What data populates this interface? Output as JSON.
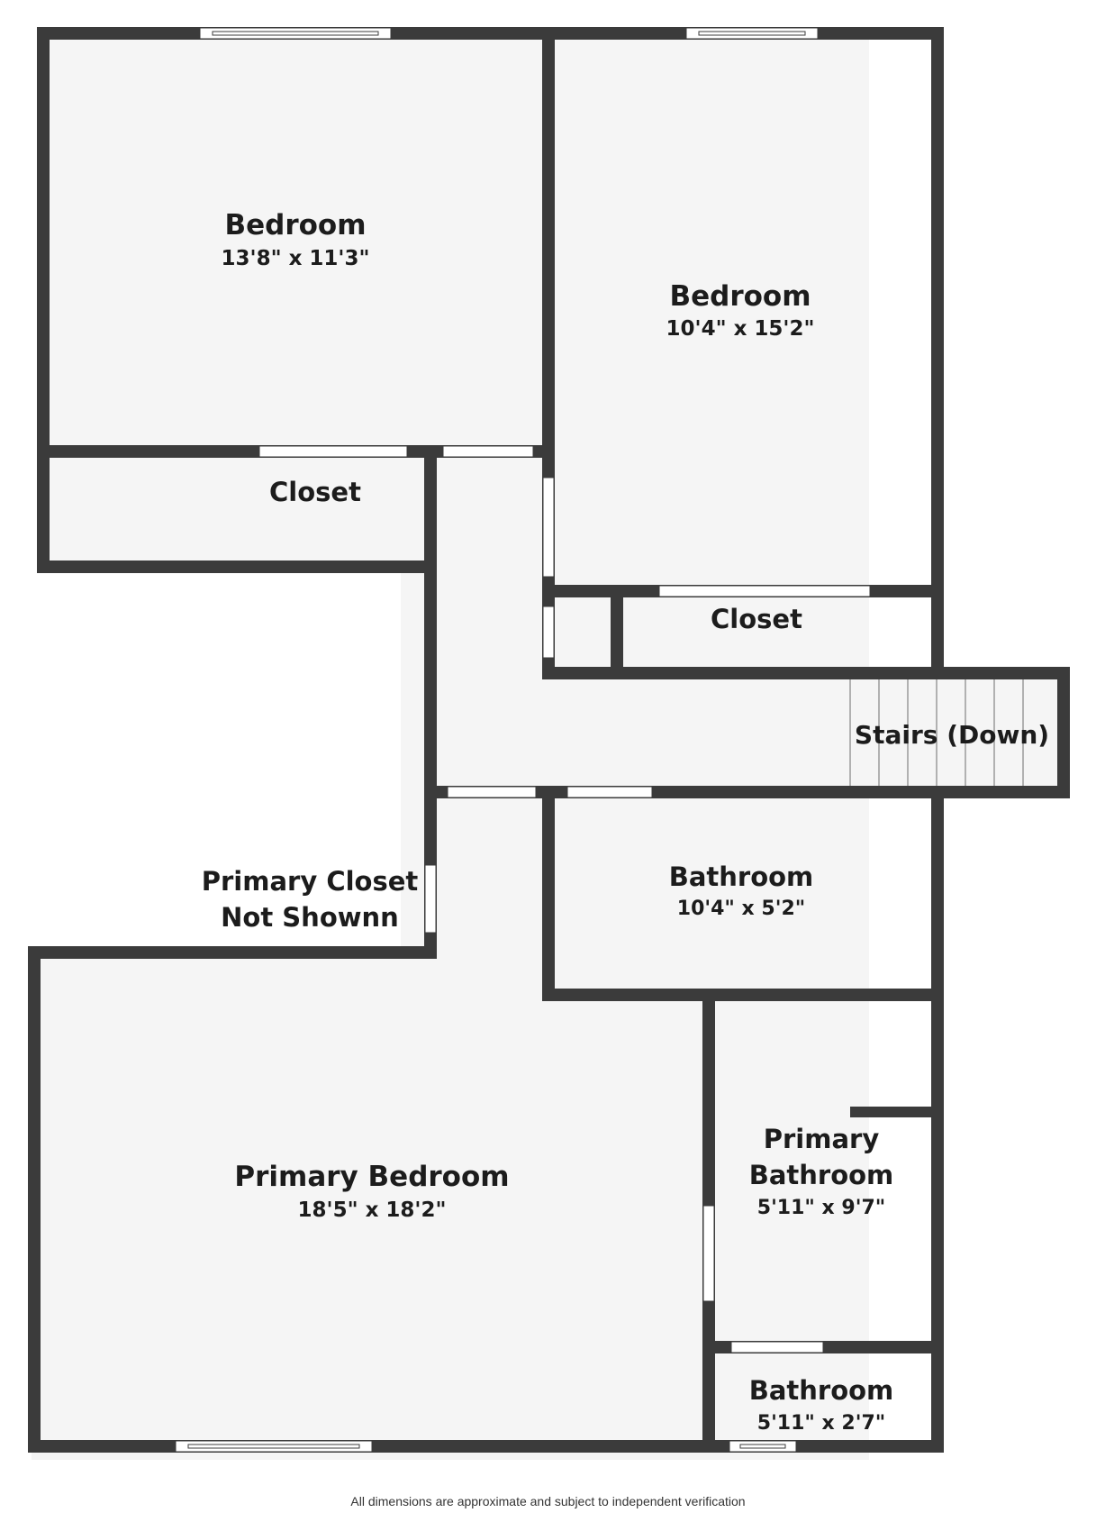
{
  "colors": {
    "wall": "#3b3b3b",
    "floor": "#f5f5f5",
    "opening": "#ffffff",
    "text": "#1c1c1c"
  },
  "rooms": [
    {
      "id": "bedroom-1",
      "name": "Bedroom",
      "dims": "13'8\" x 11'3\""
    },
    {
      "id": "bedroom-2",
      "name": "Bedroom",
      "dims": "10'4\" x 15'2\""
    },
    {
      "id": "closet-1",
      "name": "Closet"
    },
    {
      "id": "closet-2",
      "name": "Closet"
    },
    {
      "id": "stairs",
      "name": "Stairs (Down)"
    },
    {
      "id": "primary-closet",
      "name_line1": "Primary Closet",
      "name_line2": "Not Shownn"
    },
    {
      "id": "bathroom-1",
      "name": "Bathroom",
      "dims": "10'4\" x 5'2\""
    },
    {
      "id": "primary-bedroom",
      "name": "Primary Bedroom",
      "dims": "18'5\" x 18'2\""
    },
    {
      "id": "primary-bathroom",
      "name_line1": "Primary",
      "name_line2": "Bathroom",
      "dims": "5'11\" x 9'7\""
    },
    {
      "id": "bathroom-2",
      "name": "Bathroom",
      "dims": "5'11\" x 2'7\""
    }
  ],
  "footer": {
    "disclaimer": "All dimensions are approximate and subject to independent verification"
  }
}
